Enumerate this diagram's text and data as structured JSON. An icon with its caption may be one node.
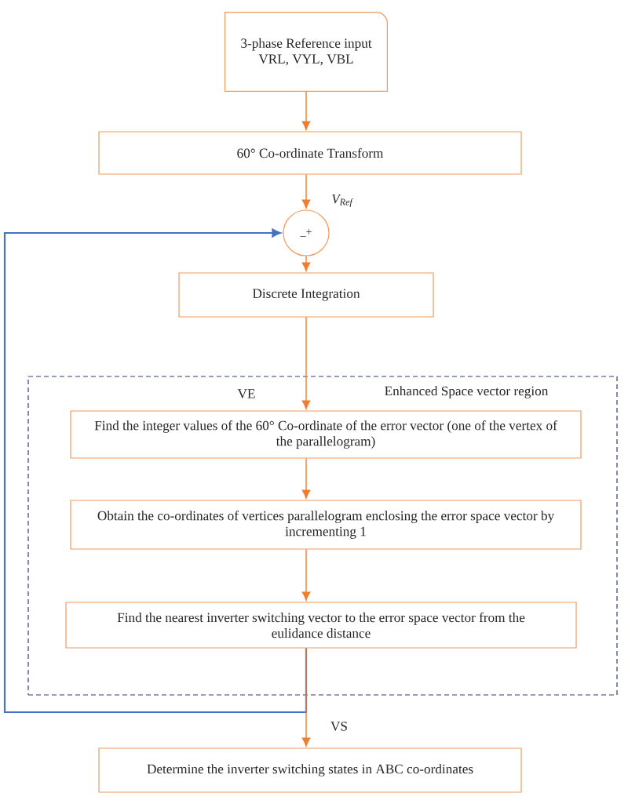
{
  "diagram": {
    "nodes": [
      {
        "text": [
          "3-phase Reference input VRL, VYL, VBL"
        ]
      },
      {
        "text": [
          "60° Co-ordinate Transform"
        ]
      },
      {
        "text": [
          "_+"
        ]
      },
      {
        "text": [
          "Discrete Integration"
        ]
      },
      {
        "text": [
          "Enhanced Space vector region"
        ]
      },
      {
        "text": [
          "Find the integer values of the 60° Co-ordinate of the error vector (one of the vertex of the parallelogram)"
        ],
        "in": 4
      },
      {
        "text": [
          "Obtain the co-ordinates of vertices parallelogram enclosing the error space vector by incrementing 1"
        ],
        "in": 4
      },
      {
        "text": [
          "Find the nearest inverter switching vector to the error space vector from the eulidance distance"
        ],
        "in": 4
      },
      {
        "text": [
          "Determine the inverter switching states in ABC co-ordinates"
        ]
      }
    ],
    "edges": [
      {
        "from": 0,
        "to": 1,
        "arrow": "to"
      },
      {
        "from": 1,
        "to": 2,
        "arrow": "to",
        "label": "V$_{Ref}$"
      },
      {
        "from": 2,
        "to": 3,
        "arrow": "to"
      },
      {
        "from": 3,
        "to": 5,
        "arrow": "to",
        "label": "VE"
      },
      {
        "from": 5,
        "to": 6,
        "arrow": "to"
      },
      {
        "from": 6,
        "to": 7,
        "arrow": "to"
      },
      {
        "from": 7,
        "to": 8,
        "arrow": "to",
        "label": "VS"
      },
      {
        "from": 7,
        "to": 2,
        "arrow": "to",
        "color": "#4472c4"
      }
    ]
  }
}
